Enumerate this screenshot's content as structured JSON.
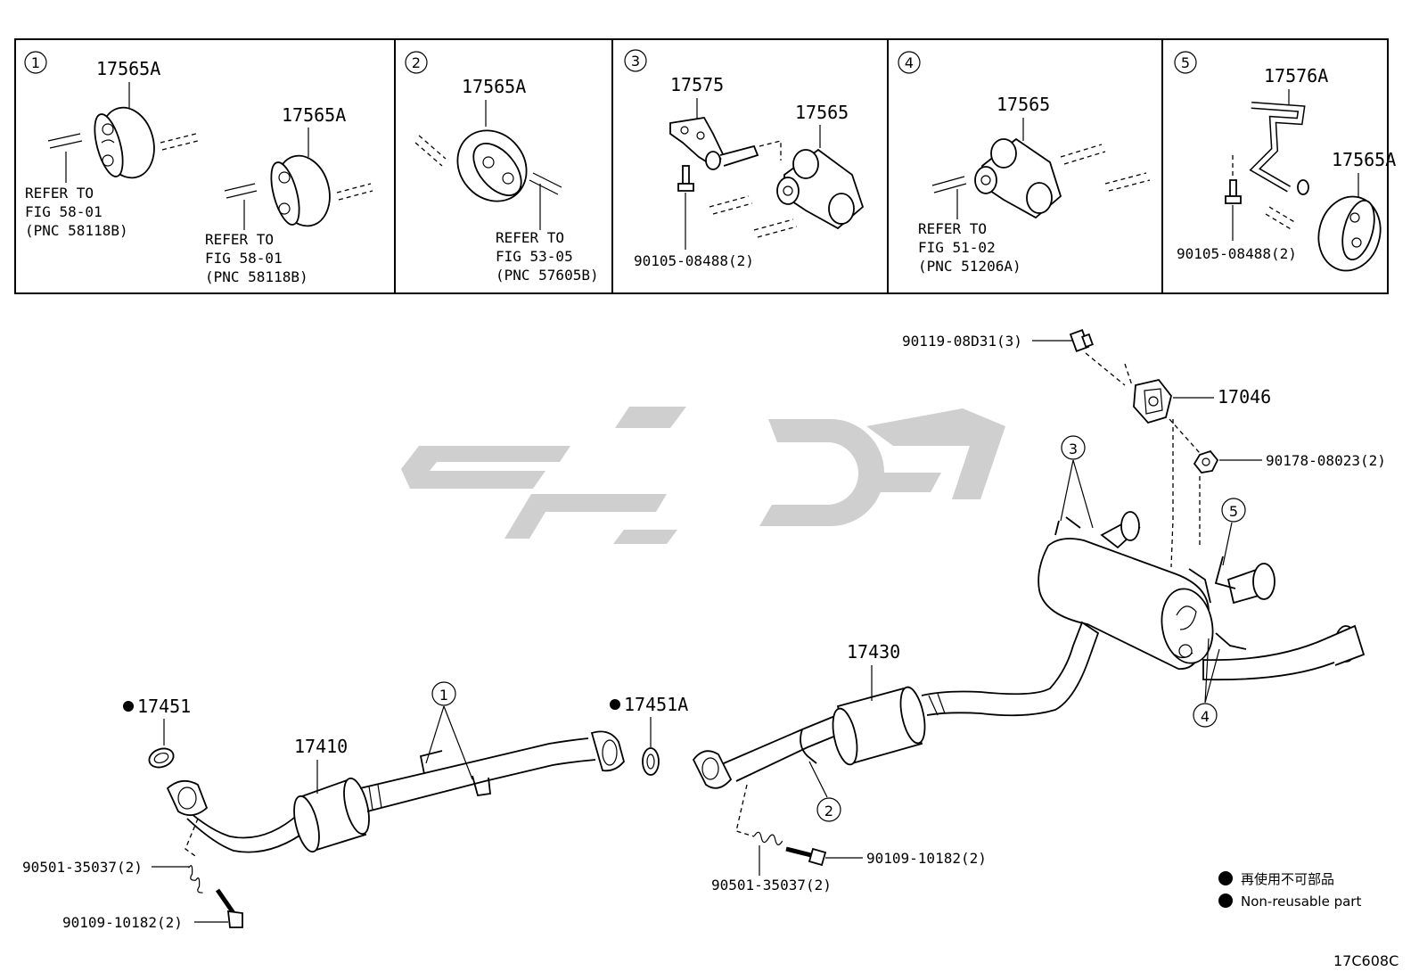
{
  "inset_panels": [
    {
      "number": "1",
      "parts": [
        "17565A",
        "17565A"
      ],
      "refs": [
        [
          "REFER TO",
          "FIG 58-01",
          "(PNC 58118B)"
        ],
        [
          "REFER TO",
          "FIG 58-01",
          "(PNC 58118B)"
        ]
      ]
    },
    {
      "number": "2",
      "parts": [
        "17565A"
      ],
      "refs": [
        [
          "REFER TO",
          "FIG 53-05",
          "(PNC 57605B)"
        ]
      ]
    },
    {
      "number": "3",
      "parts": [
        "17575",
        "17565",
        "90105-08488(2)"
      ]
    },
    {
      "number": "4",
      "parts": [
        "17565"
      ],
      "refs": [
        [
          "REFER TO",
          "FIG 51-02",
          "(PNC 51206A)"
        ]
      ]
    },
    {
      "number": "5",
      "parts": [
        "17576A",
        "17565A",
        "90105-08488(2)"
      ]
    }
  ],
  "main_labels": {
    "p90119": "90119-08D31(3)",
    "p17046": "17046",
    "p90178": "90178-08023(2)",
    "p17430": "17430",
    "p17451": "17451",
    "p17451A": "17451A",
    "p17410": "17410",
    "p90501_left": "90501-35037(2)",
    "p90109_left": "90109-10182(2)",
    "p90501_mid": "90501-35037(2)",
    "p90109_mid": "90109-10182(2)"
  },
  "callouts": {
    "c1": "1",
    "c2": "2",
    "c3": "3",
    "c4": "4",
    "c5": "5"
  },
  "legend": {
    "jp": "再使用不可部品",
    "en": "Non-reusable part"
  },
  "figure_code": "17C608C",
  "colors": {
    "line": "#000000",
    "watermark": "#cfcfcf",
    "background": "#ffffff"
  }
}
